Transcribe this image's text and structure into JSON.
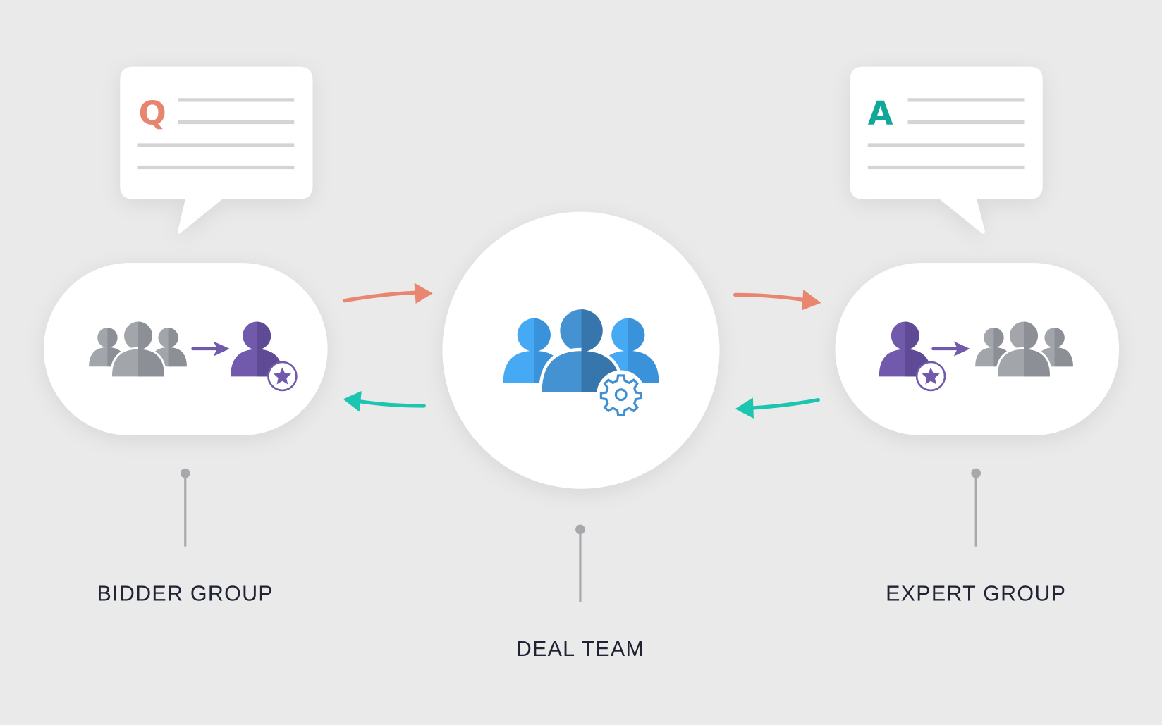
{
  "nodes": {
    "bidder": {
      "label": "BIDDER GROUP",
      "bubble_letter": "Q"
    },
    "deal": {
      "label": "DEAL TEAM"
    },
    "expert": {
      "label": "EXPERT GROUP",
      "bubble_letter": "A"
    }
  },
  "icons": {
    "bidder": [
      "user-group-icon",
      "arrow-right-icon",
      "user-star-icon"
    ],
    "deal": [
      "user-group-icon",
      "gear-icon"
    ],
    "expert": [
      "user-star-icon",
      "arrow-right-icon",
      "user-group-icon"
    ]
  },
  "colors": {
    "background": "#eaeaea",
    "question": "#e8856f",
    "answer": "#12a899",
    "forward_arrow": "#e8866f",
    "return_arrow": "#1cc5b0",
    "purple": "#7159ab",
    "blue": "#3f8fd2",
    "gray": "#9a9da2",
    "label": "#1f2333"
  }
}
